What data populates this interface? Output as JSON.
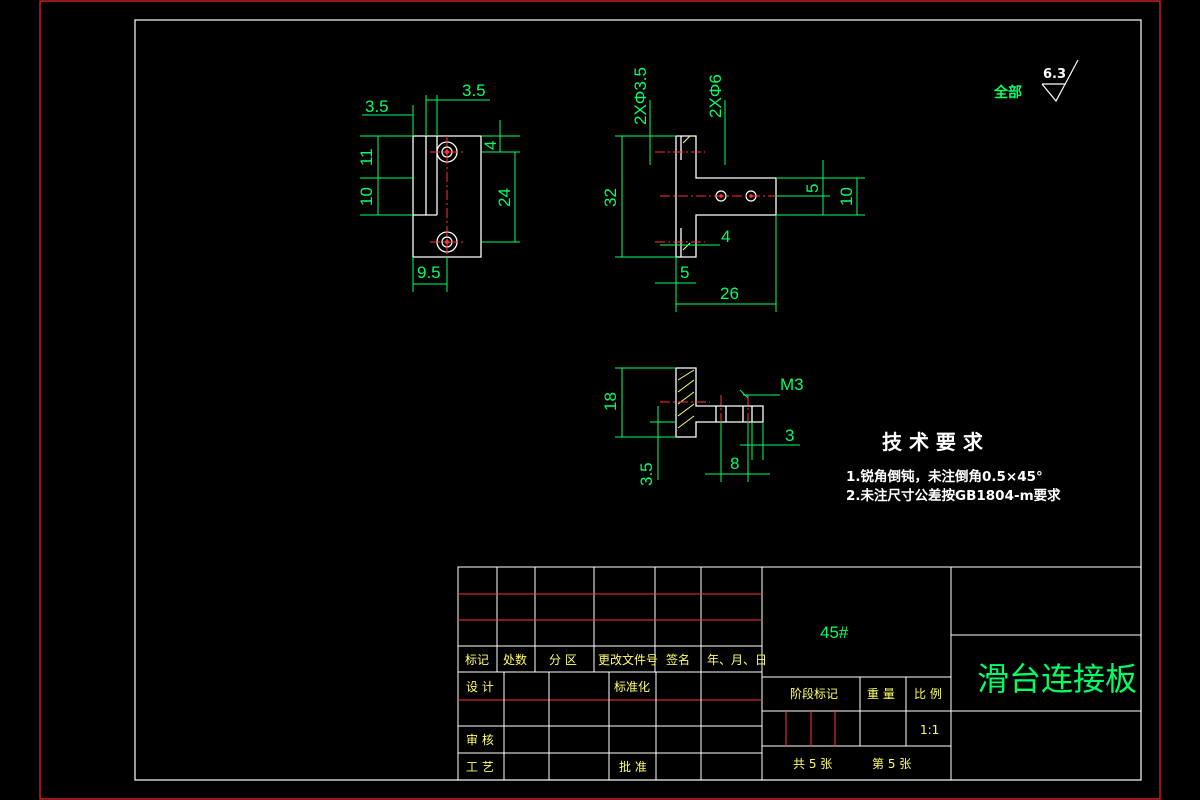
{
  "surface_finish": {
    "label": "全部",
    "value": "6.3"
  },
  "dims": {
    "top_left": [
      "3.5",
      "3.5",
      "11",
      "10",
      "4",
      "24",
      "9.5"
    ],
    "front": [
      "2XΦ3.5",
      "2XΦ6",
      "32",
      "5",
      "10",
      "4",
      "5",
      "26"
    ],
    "bottom": [
      "M3",
      "18",
      "3",
      "8",
      "3.5"
    ]
  },
  "tech_req": {
    "title": "技 术 要 求",
    "lines": [
      "1.锐角倒钝，未注倒角0.5×45°",
      "2.未注尺寸公差按GB1804-m要求"
    ]
  },
  "title_block": {
    "material": "45#",
    "part_name": "滑台连接板",
    "header_row": [
      "标记",
      "处数",
      "分 区",
      "更改文件号",
      "签名",
      "年、月、日"
    ],
    "design": "设 计",
    "standardize": "标准化",
    "review": "审 核",
    "process": "工 艺",
    "approve": "批 准",
    "stage_mark": "阶段标记",
    "weight": "重 量",
    "scale_label": "比 例",
    "scale": "1:1",
    "sheets_total": "共 5 张",
    "sheet_no": "第 5 张"
  }
}
